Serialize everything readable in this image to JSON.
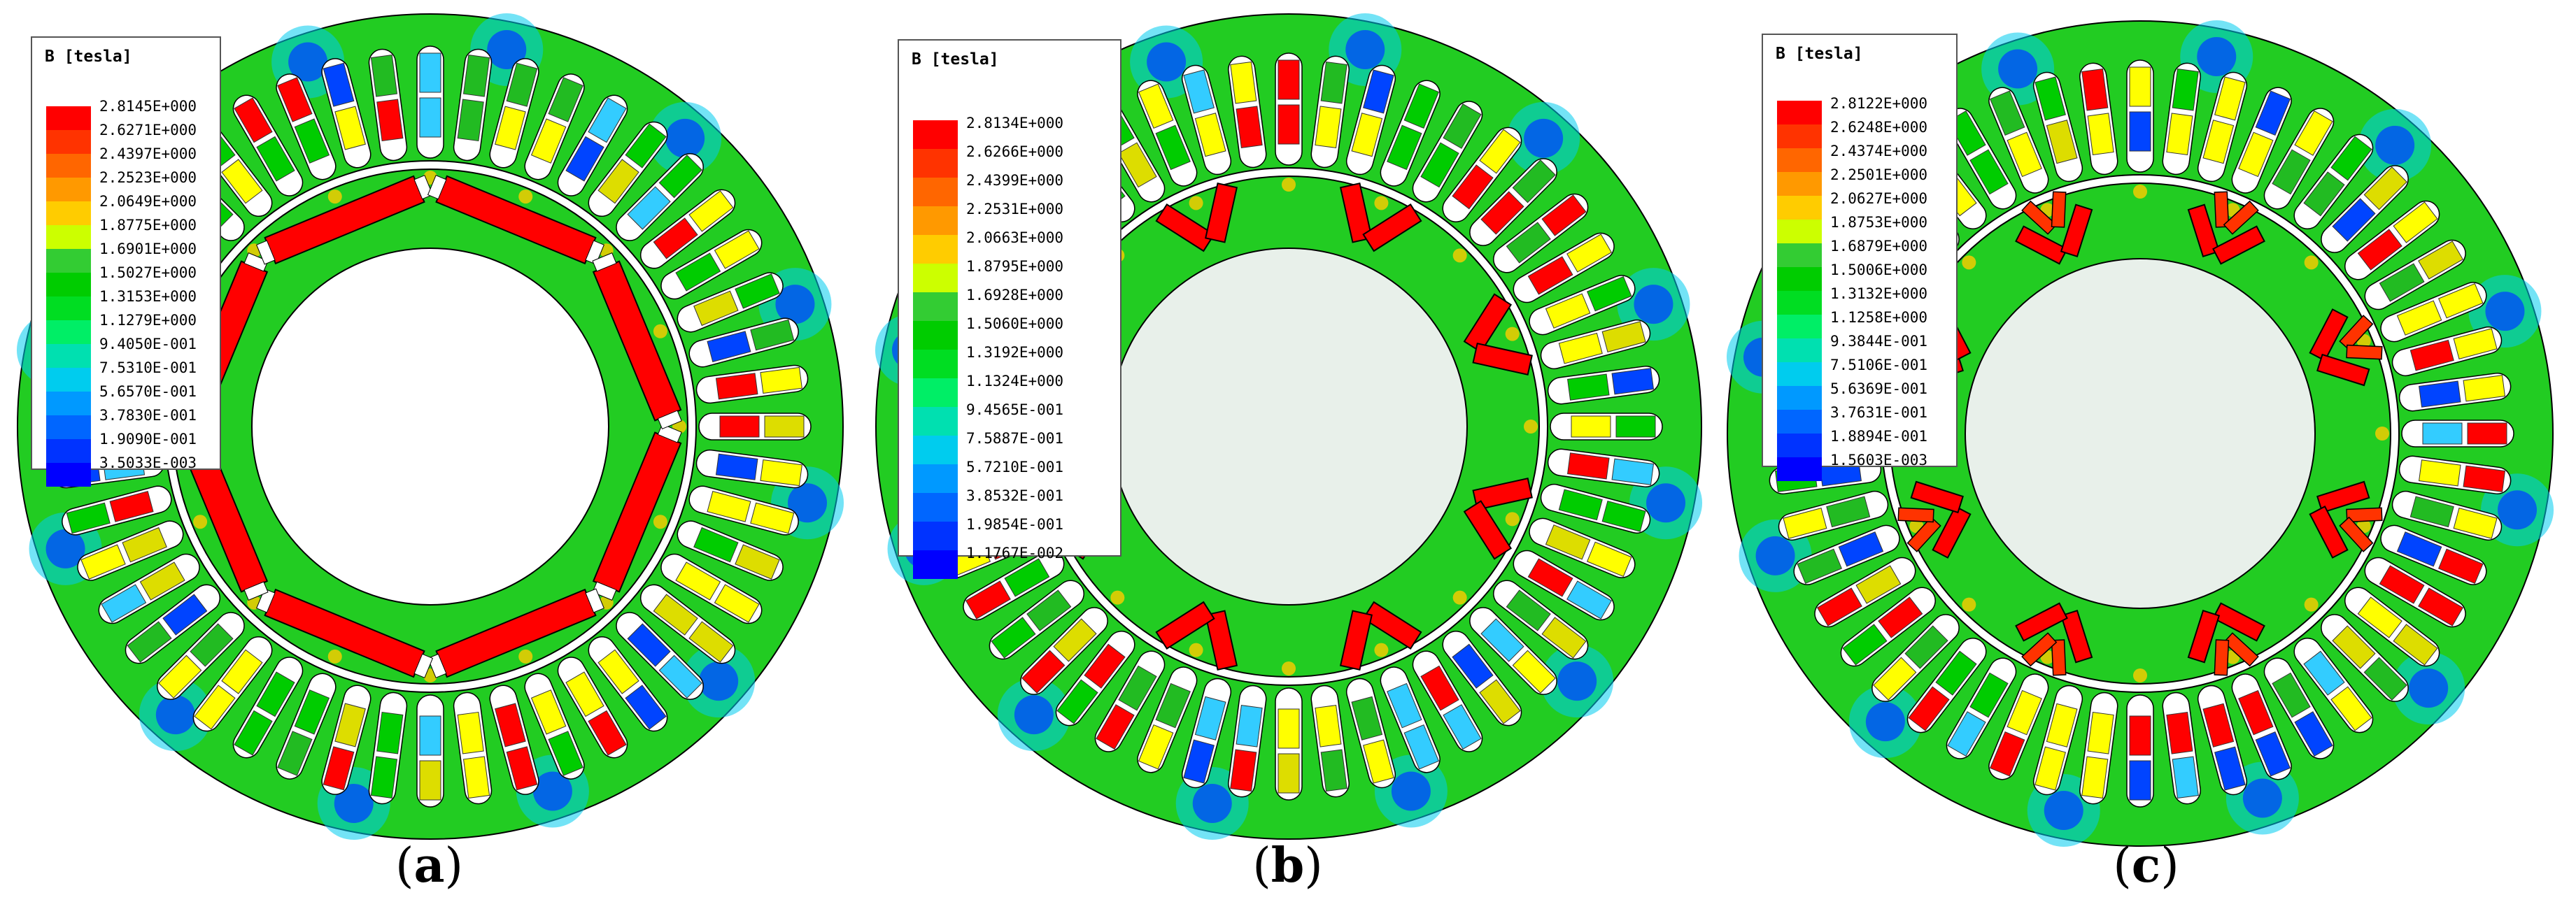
{
  "colors": {
    "scale": [
      "#FF0000",
      "#FF3300",
      "#FF6600",
      "#FF9900",
      "#FFCC00",
      "#CCFF00",
      "#33CC33",
      "#00CC00",
      "#00DD22",
      "#00EE66",
      "#00E0B0",
      "#00CCEE",
      "#0099FF",
      "#0066FF",
      "#0033FF",
      "#0000FF"
    ],
    "background_field": "#22CC22",
    "rotor_core": "#E8F0EA",
    "slot": "#FFFFFF"
  },
  "panels": [
    {
      "id": "a",
      "caption_open": "(",
      "caption_letter": "a",
      "caption_close": ")",
      "legend_title": "B [tesla]",
      "legend_values": [
        "2.8145E+000",
        "2.6271E+000",
        "2.4397E+000",
        "2.2523E+000",
        "2.0649E+000",
        "1.8775E+000",
        "1.6901E+000",
        "1.5027E+000",
        "1.3153E+000",
        "1.1279E+000",
        "9.4050E-001",
        "7.5310E-001",
        "5.6570E-001",
        "3.7830E-001",
        "1.9090E-001",
        "3.5033E-003"
      ],
      "inner_hole": "white",
      "magnet_layout": "single-bar"
    },
    {
      "id": "b",
      "caption_open": "(",
      "caption_letter": "b",
      "caption_close": ")",
      "legend_title": "B [tesla]",
      "legend_values": [
        "2.8134E+000",
        "2.6266E+000",
        "2.4399E+000",
        "2.2531E+000",
        "2.0663E+000",
        "1.8795E+000",
        "1.6928E+000",
        "1.5060E+000",
        "1.3192E+000",
        "1.1324E+000",
        "9.4565E-001",
        "7.5887E-001",
        "5.7210E-001",
        "3.8532E-001",
        "1.9854E-001",
        "1.1767E-002"
      ],
      "inner_hole": "core",
      "magnet_layout": "v-shape"
    },
    {
      "id": "c",
      "caption_open": "(",
      "caption_letter": "c",
      "caption_close": ")",
      "legend_title": "B [tesla]",
      "legend_values": [
        "2.8122E+000",
        "2.6248E+000",
        "2.4374E+000",
        "2.2501E+000",
        "2.0627E+000",
        "1.8753E+000",
        "1.6879E+000",
        "1.5006E+000",
        "1.3132E+000",
        "1.1258E+000",
        "9.3844E-001",
        "7.5106E-001",
        "5.6369E-001",
        "3.7631E-001",
        "1.8894E-001",
        "1.5603E-003"
      ],
      "inner_hole": "core",
      "magnet_layout": "double-v"
    }
  ]
}
